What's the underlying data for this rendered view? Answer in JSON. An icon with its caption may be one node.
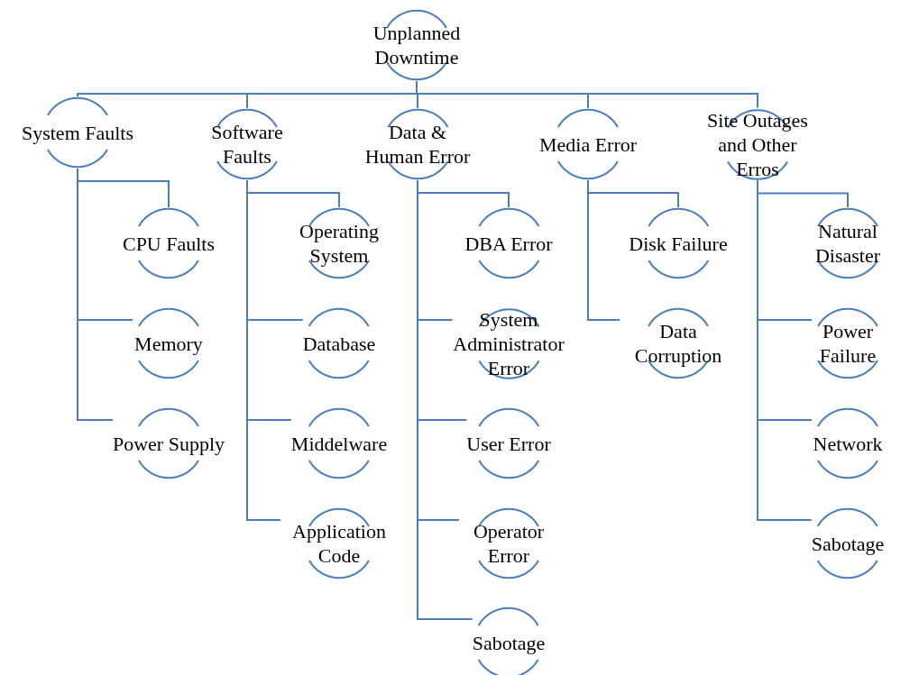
{
  "diagram": {
    "nodes": [
      {
        "text": [
          "Unplanned Downtime"
        ]
      },
      {
        "text": [
          "System Faults"
        ]
      },
      {
        "text": [
          "Software Faults"
        ]
      },
      {
        "text": [
          "Data & Human Error"
        ]
      },
      {
        "text": [
          "Media Error"
        ]
      },
      {
        "text": [
          "Site Outages and Other Erros"
        ]
      },
      {
        "text": [
          "CPU Faults"
        ]
      },
      {
        "text": [
          "Memory"
        ]
      },
      {
        "text": [
          "Power Supply"
        ]
      },
      {
        "text": [
          "Operating System"
        ]
      },
      {
        "text": [
          "Database"
        ]
      },
      {
        "text": [
          "Middelware"
        ]
      },
      {
        "text": [
          "Application Code"
        ]
      },
      {
        "text": [
          "DBA Error"
        ]
      },
      {
        "text": [
          "System Administrator Error"
        ]
      },
      {
        "text": [
          "User Error"
        ]
      },
      {
        "text": [
          "Operator Error"
        ]
      },
      {
        "text": [
          "Sabotage"
        ]
      },
      {
        "text": [
          "Disk Failure"
        ]
      },
      {
        "text": [
          "Data Corruption"
        ]
      },
      {
        "text": [
          "Natural Disaster"
        ]
      },
      {
        "text": [
          "Power Failure"
        ]
      },
      {
        "text": [
          "Network"
        ]
      },
      {
        "text": [
          "Sabotage"
        ]
      }
    ],
    "edges": [
      {
        "from": 0,
        "to": 1,
        "arrow": "none"
      },
      {
        "from": 0,
        "to": 2,
        "arrow": "none"
      },
      {
        "from": 0,
        "to": 3,
        "arrow": "none"
      },
      {
        "from": 0,
        "to": 4,
        "arrow": "none"
      },
      {
        "from": 0,
        "to": 5,
        "arrow": "none"
      },
      {
        "from": 1,
        "to": 6,
        "arrow": "none"
      },
      {
        "from": 1,
        "to": 7,
        "arrow": "none"
      },
      {
        "from": 1,
        "to": 8,
        "arrow": "none"
      },
      {
        "from": 2,
        "to": 9,
        "arrow": "none"
      },
      {
        "from": 2,
        "to": 10,
        "arrow": "none"
      },
      {
        "from": 2,
        "to": 11,
        "arrow": "none"
      },
      {
        "from": 2,
        "to": 12,
        "arrow": "none"
      },
      {
        "from": 3,
        "to": 13,
        "arrow": "none"
      },
      {
        "from": 3,
        "to": 14,
        "arrow": "none"
      },
      {
        "from": 3,
        "to": 15,
        "arrow": "none"
      },
      {
        "from": 3,
        "to": 16,
        "arrow": "none"
      },
      {
        "from": 3,
        "to": 17,
        "arrow": "none"
      },
      {
        "from": 4,
        "to": 18,
        "arrow": "none"
      },
      {
        "from": 4,
        "to": 19,
        "arrow": "none"
      },
      {
        "from": 5,
        "to": 20,
        "arrow": "none"
      },
      {
        "from": 5,
        "to": 21,
        "arrow": "none"
      },
      {
        "from": 5,
        "to": 22,
        "arrow": "none"
      },
      {
        "from": 5,
        "to": 23,
        "arrow": "none"
      }
    ]
  }
}
